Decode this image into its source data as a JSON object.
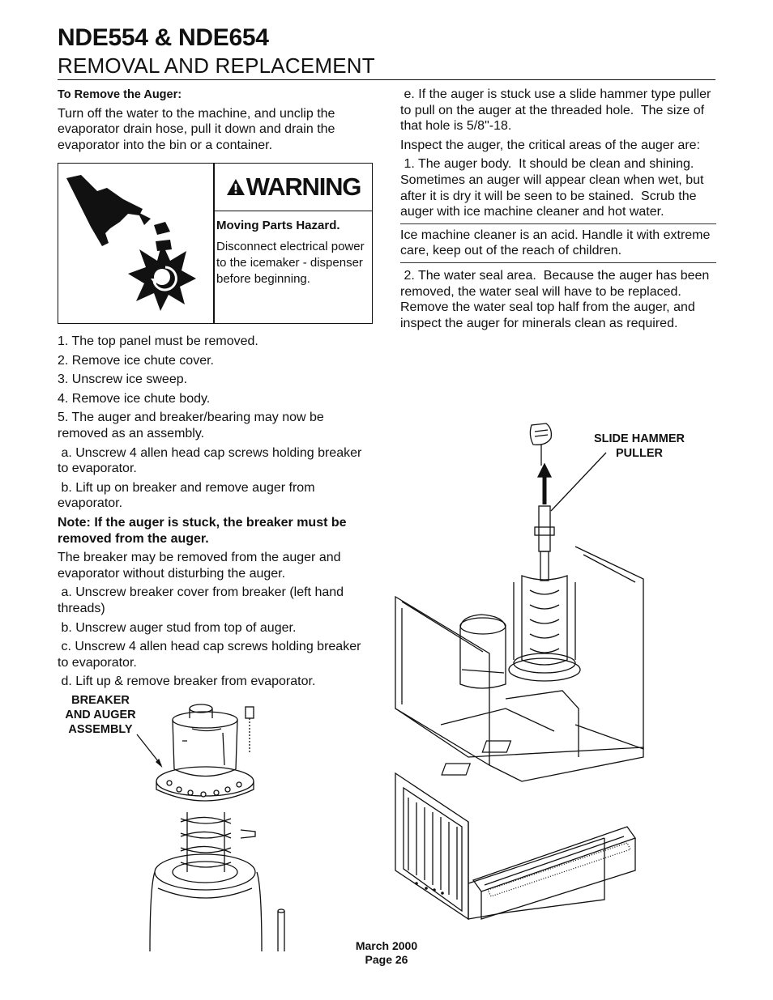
{
  "header": {
    "model": "NDE554 & NDE654",
    "section": "REMOVAL AND REPLACEMENT"
  },
  "left": {
    "heading": "To Remove the Auger:",
    "intro": "Turn off the water to the machine, and unclip the evaporator drain hose, pull it down and drain the evaporator into the bin or a container.",
    "steps": [
      "1. The top panel must be removed.",
      "2. Remove ice chute cover.",
      "3. Unscrew ice sweep.",
      "4. Remove ice chute body.",
      "5. The auger and breaker/bearing may now be removed as an assembly.",
      " a. Unscrew 4 allen head cap screws holding breaker to evaporator.",
      " b. Lift up on breaker and remove auger from evaporator."
    ],
    "note": "Note:  If the auger is stuck, the breaker must be removed from the auger.",
    "steps2": [
      "The breaker may be removed from the auger and evaporator  without disturbing the auger.",
      " a. Unscrew breaker cover from breaker (left hand threads)",
      " b. Unscrew auger stud from top of auger.",
      " c. Unscrew 4 allen head cap screws holding breaker to evaporator.",
      " d. Lift up & remove breaker from evaporator."
    ]
  },
  "warning": {
    "title": "WARNING",
    "hazard": "Moving Parts Hazard.",
    "text": "Disconnect electrical power to the icemaker - dispenser before beginning.",
    "icon": "hand-rotating-blade-icon"
  },
  "right": {
    "p1": " e. If the auger is stuck use a slide hammer type puller to pull on the auger at the threaded hole.  The size of that hole is 5/8\"-18.",
    "p2": "Inspect the auger, the critical areas of the auger are:",
    "p3": " 1. The auger body.  It should be clean and shining. Sometimes an auger will appear clean when wet, but after it is dry it will be seen to be stained.  Scrub the auger with ice machine cleaner and hot water.",
    "caution": "Ice machine cleaner is an acid.  Handle it with extreme care, keep out of the reach of children.",
    "p4": " 2. The water seal area.  Because the auger has been removed, the water seal will have to be replaced.  Remove the water seal top half from the auger, and inspect the auger for minerals clean as required."
  },
  "figures": {
    "breaker_label": "BREAKER AND AUGER ASSEMBLY",
    "puller_label": "SLIDE HAMMER PULLER"
  },
  "footer": {
    "date": "March 2000",
    "page": "Page 26"
  }
}
